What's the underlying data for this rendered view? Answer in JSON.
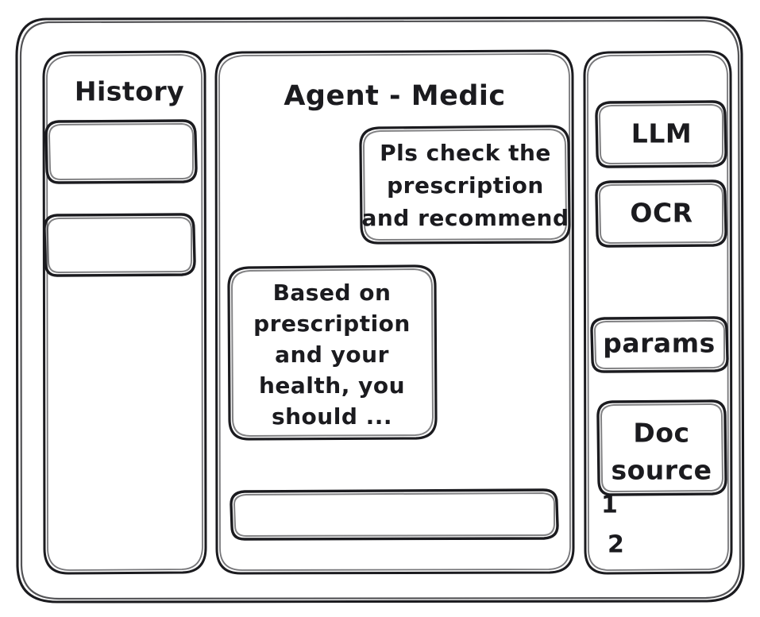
{
  "window": {
    "style": "hand-drawn-wireframe",
    "ink_color": "#1b1b1f",
    "background_color": "#ffffff"
  },
  "sidebar": {
    "title": "History",
    "items": [
      {
        "label": "",
        "name": "history-item-1"
      },
      {
        "label": "",
        "name": "history-item-2"
      }
    ]
  },
  "main": {
    "title": "Agent - Medic",
    "messages": [
      {
        "role": "user",
        "lines": [
          "Pls check the",
          "prescription",
          "and recommend"
        ]
      },
      {
        "role": "agent",
        "lines": [
          "Based on",
          "prescription",
          "and your",
          "health, you",
          "should ..."
        ]
      }
    ],
    "composer": {
      "value": "",
      "placeholder": ""
    }
  },
  "tools": {
    "buttons": [
      {
        "label": "LLM",
        "name": "tool-button-llm"
      },
      {
        "label": "OCR",
        "name": "tool-button-ocr"
      },
      {
        "label": "params",
        "name": "tool-button-params"
      }
    ],
    "doc_source": {
      "lines": [
        "Doc",
        "source"
      ],
      "entries": [
        "1",
        "2"
      ]
    }
  }
}
